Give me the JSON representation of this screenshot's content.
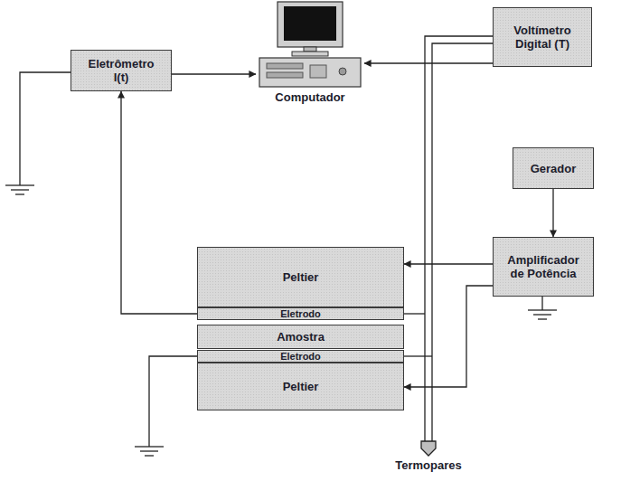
{
  "diagram": {
    "nodes": [
      {
        "text": [
          "Eletrômetro I(t)"
        ]
      },
      {
        "text": [
          "Computador"
        ]
      },
      {
        "text": [
          "Voltímetro Digital (T)"
        ]
      },
      {
        "text": [
          "Gerador"
        ]
      },
      {
        "text": [
          "Amplificador de Potência"
        ]
      },
      {
        "text": [
          "Peltier"
        ]
      },
      {
        "text": [
          "Eletrodo"
        ]
      },
      {
        "text": [
          "Amostra"
        ]
      },
      {
        "text": [
          "Eletrodo"
        ]
      },
      {
        "text": [
          "Peltier"
        ]
      }
    ],
    "edges": [
      {
        "from": 0,
        "to": 1,
        "arrow": "to"
      },
      {
        "from": 2,
        "to": 1,
        "arrow": "to"
      },
      {
        "from": 6,
        "to": 0,
        "arrow": "to"
      },
      {
        "from": 3,
        "to": 4,
        "arrow": "to"
      },
      {
        "from": 4,
        "to": 5,
        "arrow": "to"
      },
      {
        "from": 4,
        "to": 9,
        "arrow": "to"
      }
    ],
    "labels": [
      "Termopares"
    ]
  }
}
